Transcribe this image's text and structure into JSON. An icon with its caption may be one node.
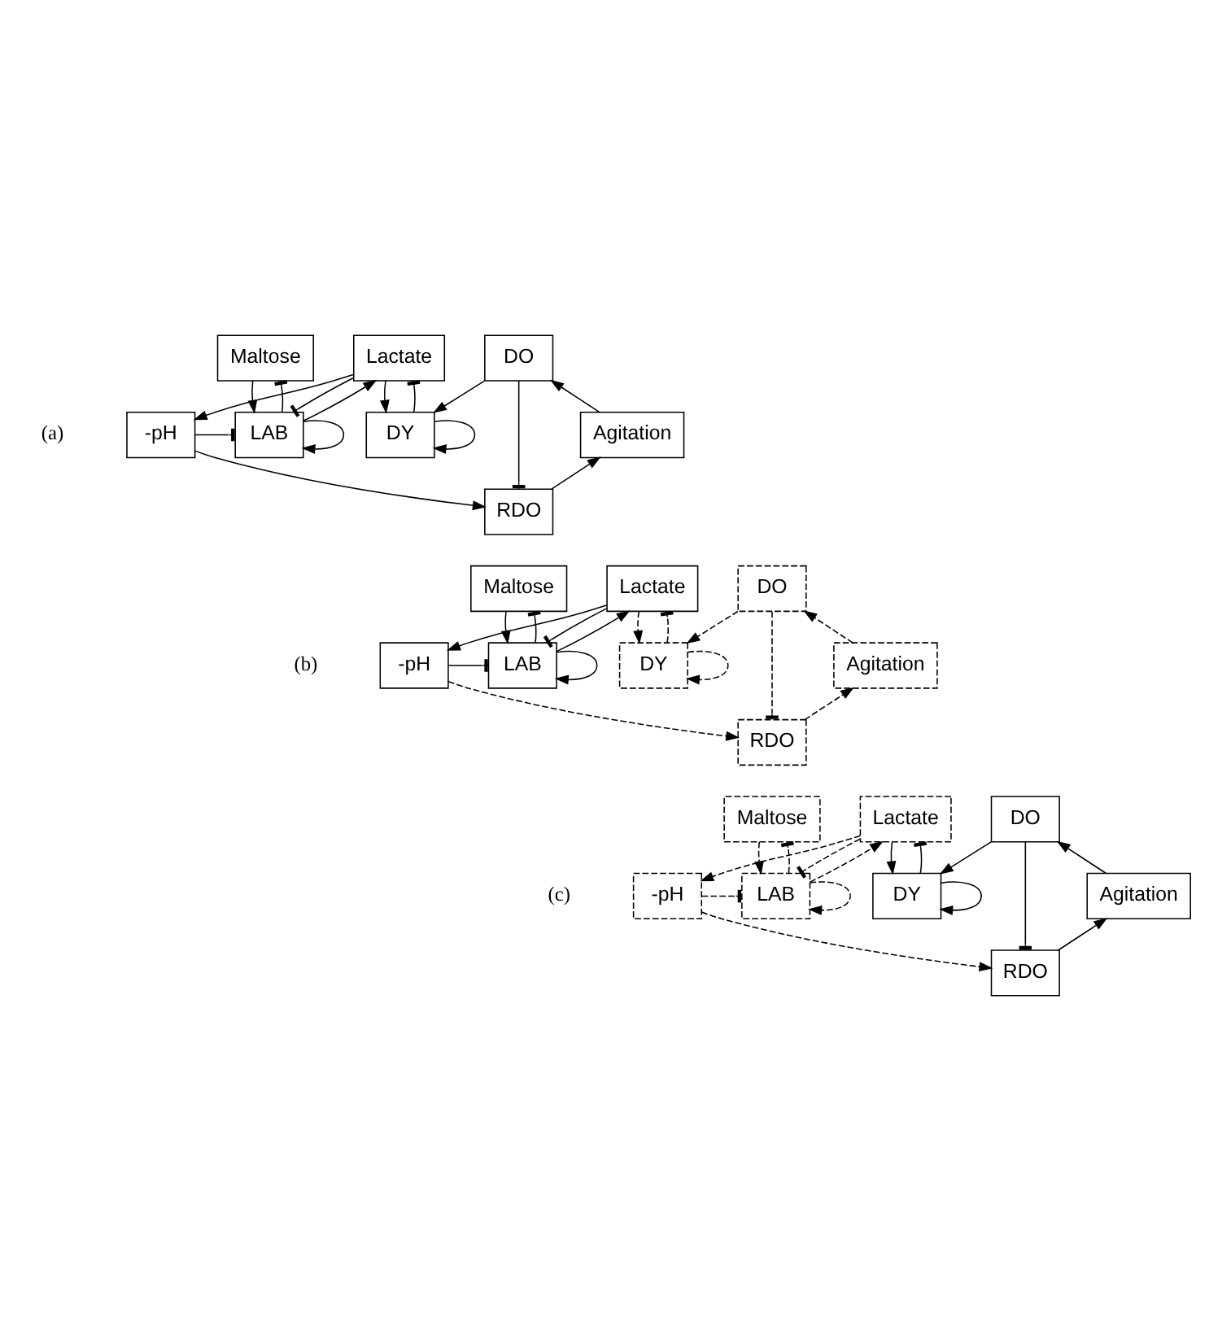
{
  "diagram": {
    "nodes": [
      {
        "text": [
          "Maltose"
        ]
      },
      {
        "text": [
          "Lactate"
        ]
      },
      {
        "text": [
          "DO"
        ]
      },
      {
        "text": [
          "LAB"
        ]
      },
      {
        "text": [
          "-pH"
        ]
      },
      {
        "text": [
          "DY"
        ]
      },
      {
        "text": [
          "Agitation"
        ]
      },
      {
        "text": [
          "RDO"
        ]
      },
      {
        "text": [
          "Maltose"
        ]
      },
      {
        "text": [
          "Lactate"
        ]
      },
      {
        "text": [
          "DO"
        ]
      },
      {
        "text": [
          "LAB"
        ]
      },
      {
        "text": [
          "-pH"
        ]
      },
      {
        "text": [
          "DY"
        ]
      },
      {
        "text": [
          "Agitation"
        ]
      },
      {
        "text": [
          "RDO"
        ]
      },
      {
        "text": [
          "Maltose"
        ]
      },
      {
        "text": [
          "Lactate"
        ]
      },
      {
        "text": [
          "DO"
        ]
      },
      {
        "text": [
          "LAB"
        ]
      },
      {
        "text": [
          "-pH"
        ]
      },
      {
        "text": [
          "DY"
        ]
      },
      {
        "text": [
          "Agitation"
        ]
      },
      {
        "text": [
          "RDO"
        ]
      }
    ],
    "edges": [
      {
        "from": 0,
        "to": 3,
        "arrow": "to"
      },
      {
        "from": 3,
        "to": 0,
        "arrow": "other"
      },
      {
        "from": 3,
        "to": 1,
        "arrow": "to"
      },
      {
        "from": 1,
        "to": 3,
        "arrow": "other"
      },
      {
        "from": 1,
        "to": 4,
        "arrow": "to"
      },
      {
        "from": 4,
        "to": 3,
        "arrow": "other"
      },
      {
        "from": 1,
        "to": 5,
        "arrow": "to"
      },
      {
        "from": 5,
        "to": 1,
        "arrow": "other"
      },
      {
        "from": 2,
        "to": 5,
        "arrow": "to"
      },
      {
        "from": 3,
        "to": 3,
        "arrow": "to"
      },
      {
        "from": 5,
        "to": 5,
        "arrow": "to"
      },
      {
        "from": 4,
        "to": 7,
        "arrow": "to"
      },
      {
        "from": 2,
        "to": 7,
        "arrow": "other"
      },
      {
        "from": 7,
        "to": 6,
        "arrow": "to"
      },
      {
        "from": 6,
        "to": 2,
        "arrow": "to"
      },
      {
        "from": 8,
        "to": 11,
        "arrow": "to"
      },
      {
        "from": 11,
        "to": 8,
        "arrow": "other"
      },
      {
        "from": 11,
        "to": 9,
        "arrow": "to"
      },
      {
        "from": 9,
        "to": 11,
        "arrow": "other"
      },
      {
        "from": 9,
        "to": 12,
        "arrow": "to"
      },
      {
        "from": 12,
        "to": 11,
        "arrow": "other"
      },
      {
        "from": 9,
        "to": 13,
        "arrow": "to",
        "style": "dashed"
      },
      {
        "from": 13,
        "to": 9,
        "arrow": "other",
        "style": "dashed"
      },
      {
        "from": 10,
        "to": 13,
        "arrow": "to",
        "style": "dashed"
      },
      {
        "from": 11,
        "to": 11,
        "arrow": "to"
      },
      {
        "from": 13,
        "to": 13,
        "arrow": "to",
        "style": "dashed"
      },
      {
        "from": 12,
        "to": 15,
        "arrow": "to",
        "style": "dashed"
      },
      {
        "from": 10,
        "to": 15,
        "arrow": "other",
        "style": "dashed"
      },
      {
        "from": 15,
        "to": 14,
        "arrow": "to",
        "style": "dashed"
      },
      {
        "from": 14,
        "to": 10,
        "arrow": "to",
        "style": "dashed"
      },
      {
        "from": 16,
        "to": 19,
        "arrow": "to",
        "style": "dashed"
      },
      {
        "from": 19,
        "to": 16,
        "arrow": "other",
        "style": "dashed"
      },
      {
        "from": 19,
        "to": 17,
        "arrow": "to",
        "style": "dashed"
      },
      {
        "from": 17,
        "to": 19,
        "arrow": "other",
        "style": "dashed"
      },
      {
        "from": 17,
        "to": 20,
        "arrow": "to",
        "style": "dashed"
      },
      {
        "from": 20,
        "to": 19,
        "arrow": "other",
        "style": "dashed"
      },
      {
        "from": 17,
        "to": 21,
        "arrow": "to"
      },
      {
        "from": 21,
        "to": 17,
        "arrow": "other"
      },
      {
        "from": 18,
        "to": 21,
        "arrow": "to"
      },
      {
        "from": 19,
        "to": 19,
        "arrow": "to",
        "style": "dashed"
      },
      {
        "from": 21,
        "to": 21,
        "arrow": "to"
      },
      {
        "from": 20,
        "to": 23,
        "arrow": "to",
        "style": "dashed"
      },
      {
        "from": 18,
        "to": 23,
        "arrow": "other"
      },
      {
        "from": 23,
        "to": 22,
        "arrow": "to"
      },
      {
        "from": 22,
        "to": 18,
        "arrow": "to"
      }
    ],
    "labels": [
      "(a)",
      "(b)",
      "(c)"
    ]
  }
}
